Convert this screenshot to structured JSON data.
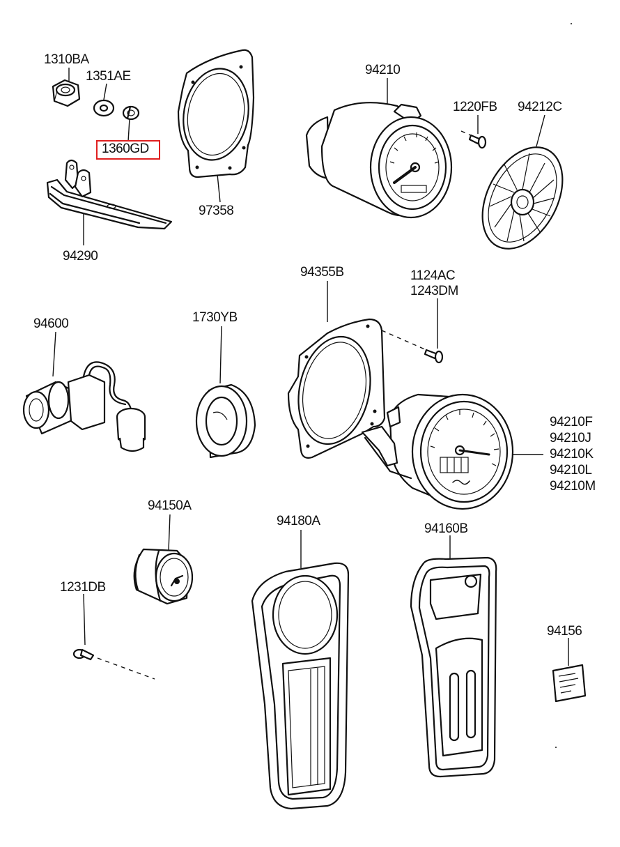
{
  "diagram": {
    "labels": {
      "p1310BA": "1310BA",
      "p1351AE": "1351AE",
      "p1360GD": "1360GD",
      "p94290": "94290",
      "p97358": "97358",
      "p94210": "94210",
      "p1220FB": "1220FB",
      "p94212C": "94212C",
      "p94355B": "94355B",
      "p1124AC": "1124AC",
      "p1243DM": "1243DM",
      "p94600": "94600",
      "p1730YB": "1730YB",
      "p94210F": "94210F",
      "p94210J": "94210J",
      "p94210K": "94210K",
      "p94210L": "94210L",
      "p94210M": "94210M",
      "p94150A": "94150A",
      "p94180A": "94180A",
      "p94160B": "94160B",
      "p1231DB": "1231DB",
      "p94156": "94156"
    },
    "highlighted_part": "1360GD",
    "highlight_color": "#e02020"
  }
}
